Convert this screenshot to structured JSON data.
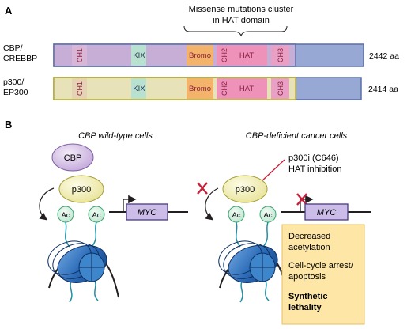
{
  "panel_a": {
    "label": "A",
    "annotation_line1": "Missense mutations cluster",
    "annotation_line2": "in HAT domain",
    "proteins": [
      {
        "name_line1": "CBP/",
        "name_line2": "CREBBP",
        "length": "2442 aa",
        "domains": [
          "CH1",
          "KIX",
          "Bromo",
          "CH2",
          "HAT",
          "CH3"
        ]
      },
      {
        "name_line1": "p300/",
        "name_line2": "EP300",
        "length": "2414 aa",
        "domains": [
          "CH1",
          "KIX",
          "Bromo",
          "CH2",
          "HAT",
          "CH3"
        ]
      }
    ]
  },
  "panel_b": {
    "label": "B",
    "left": {
      "title": "CBP wild-type cells",
      "cbp": "CBP",
      "p300": "p300",
      "ac1": "Ac",
      "ac2": "Ac",
      "gene": "MYC"
    },
    "right": {
      "title": "CBP-deficient cancer cells",
      "inhibitor_line1": "p300i (C646)",
      "inhibitor_line2": "HAT inhibition",
      "p300": "p300",
      "ac1": "Ac",
      "ac2": "Ac",
      "gene": "MYC",
      "outcome1_line1": "Decreased",
      "outcome1_line2": "acetylation",
      "outcome2_line1": "Cell-cycle arrest/",
      "outcome2_line2": "apoptosis",
      "outcome3_line1": "Synthetic",
      "outcome3_line2": "lethality"
    }
  },
  "colors": {
    "cbp_bar_outline": "#5a6fa8",
    "cbp_bar_fill": "#c6aed6",
    "p300_bar_outline": "#b8ac2e",
    "p300_bar_fill": "#e8e2b8",
    "tail_fill": "#97a8d4",
    "kix": "#b9e1cf",
    "bromo": "#f3b36a",
    "hat": "#ee92ba",
    "ch_text": "#8a2040",
    "cbp_oval": "#d6c3e6",
    "p300_oval": "#f1efb3",
    "ac_fill": "#d8f0e4",
    "ac_stroke": "#3aa36b",
    "nucleosome": "#2d6fb6",
    "gene_fill": "#cbbde7",
    "gene_stroke": "#4a3a86",
    "inhibit_red": "#c8203a",
    "outcome_box": "#fde6a6"
  }
}
